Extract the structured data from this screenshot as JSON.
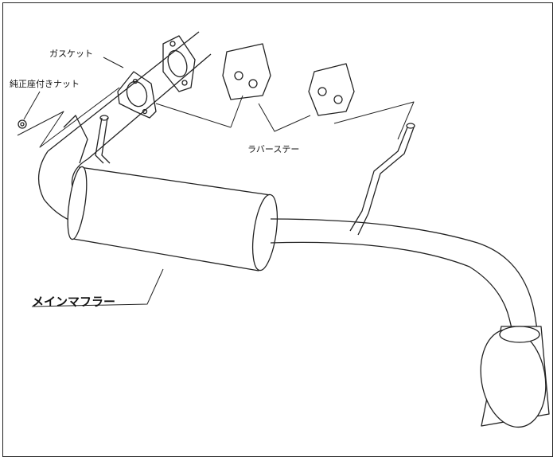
{
  "labels": {
    "gasket": "ガスケット",
    "nut": "純正座付きナット",
    "rubber_stay": "ラバーステー",
    "main_muffler": "メインマフラー"
  }
}
